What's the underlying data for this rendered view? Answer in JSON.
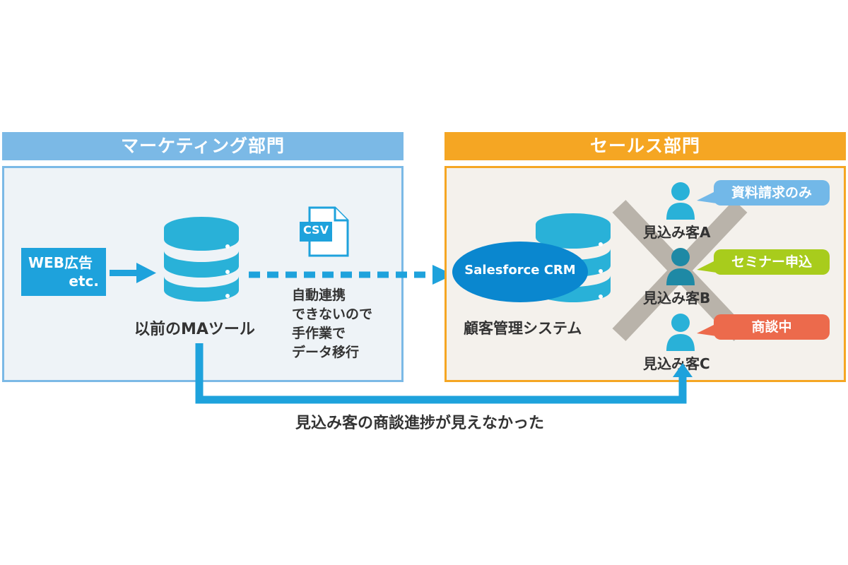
{
  "marketing": {
    "header": "マーケティング部門",
    "web_ad_line1": "WEB広告",
    "web_ad_line2": "etc.",
    "ma_tool_label": "以前のMAツール",
    "csv_label": "CSV",
    "transfer_note": [
      "自動連携",
      "できないので",
      "手作業で",
      "データ移行"
    ]
  },
  "sales": {
    "header": "セールス部門",
    "crm_label": "Salesforce CRM",
    "system_label": "顧客管理システム",
    "prospects": [
      {
        "name": "見込み客A",
        "status": "資料請求のみ",
        "status_color": "#72b8e8"
      },
      {
        "name": "見込み客B",
        "status": "セミナー申込",
        "status_color": "#a8cc1c"
      },
      {
        "name": "見込み客C",
        "status": "商談中",
        "status_color": "#ec6a4c"
      }
    ]
  },
  "bottom_caption": "見込み客の商談進捗が見えなかった",
  "colors": {
    "marketing_header": "#7bb9e6",
    "marketing_bg": "#eef3f7",
    "sales_header": "#f5a623",
    "sales_bg": "#f4f1ec",
    "accent_blue": "#1ea2dc",
    "database": "#29b1d8",
    "crm_oval": "#0a87cf",
    "cross": "#b9b3aa",
    "person": "#29b1d8"
  }
}
